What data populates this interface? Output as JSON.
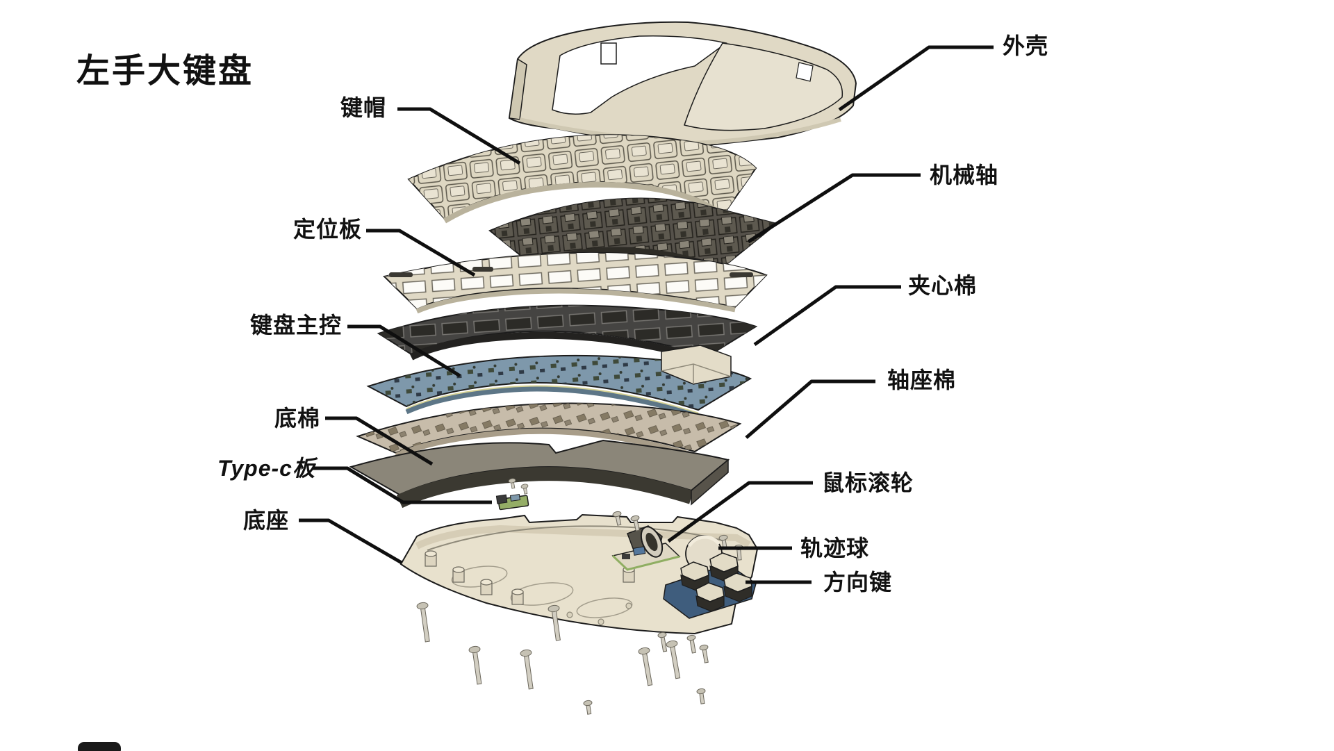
{
  "title": "左手大键盘",
  "labels": [
    {
      "name": "shell",
      "text": "外壳"
    },
    {
      "name": "keycaps",
      "text": "键帽"
    },
    {
      "name": "switches",
      "text": "机械轴"
    },
    {
      "name": "plate",
      "text": "定位板"
    },
    {
      "name": "mid-foam",
      "text": "夹心棉"
    },
    {
      "name": "main-pcb",
      "text": "键盘主控"
    },
    {
      "name": "switch-foam",
      "text": "轴座棉"
    },
    {
      "name": "bottom-foam",
      "text": "底棉"
    },
    {
      "name": "type-c-board",
      "text": "Type-c板"
    },
    {
      "name": "scroll-wheel",
      "text": "鼠标滚轮"
    },
    {
      "name": "base",
      "text": "底座"
    },
    {
      "name": "trackball",
      "text": "轨迹球"
    },
    {
      "name": "arrow-keys",
      "text": "方向键"
    }
  ],
  "colors": {
    "background": "#ffffff",
    "text": "#111111",
    "leader_line": "#0f0f0f",
    "shell_beige": "#e0d9c5",
    "keycap_beige": "#ded7c2",
    "switch_dark": "#55514a",
    "mid_foam_dark": "#454442",
    "pcb_blue": "#7e98ab",
    "switch_foam_tan": "#c7bcaa",
    "bottom_foam_gray": "#8b8679",
    "base_beige": "#e8e1cd",
    "arrow_key_plate_blue": "#3f5d7d"
  }
}
